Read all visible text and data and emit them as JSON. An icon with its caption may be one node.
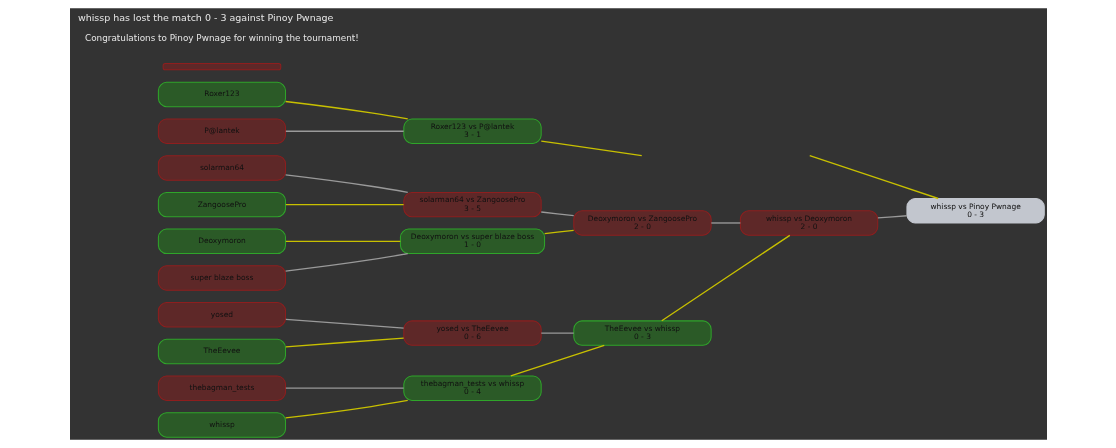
{
  "diagram": {
    "title": "whissp has lost the match 0 - 3 against Pinoy Pwnage",
    "caption": "Congratulations to Pinoy Pwnage for winning the tournament!",
    "nodes": [
      {
        "text": [
          "yosed"
        ]
      },
      {
        "text": [
          "TheEevee"
        ]
      },
      {
        "text": [
          "thebagman_tests"
        ]
      },
      {
        "text": [
          "whissp"
        ]
      },
      {
        "text": [
          "Deoxymoron"
        ]
      },
      {
        "text": [
          "super blaze boss"
        ]
      },
      {
        "text": [
          "solarman64"
        ]
      },
      {
        "text": [
          "ZangoosePro"
        ]
      },
      {
        "text": [
          "Roxer123"
        ]
      },
      {
        "text": [
          "P@lantek"
        ]
      },
      {
        "text": [
          "yosed vs TheEevee",
          "0 - 6"
        ]
      },
      {
        "text": [
          "thebagman_tests vs whissp",
          "0 - 4"
        ]
      },
      {
        "text": [
          "Deoxymoron vs super blaze boss",
          "1 - 0"
        ]
      },
      {
        "text": [
          "solarman64 vs ZangoosePro",
          "3 - 5"
        ]
      },
      {
        "text": [
          "Roxer123 vs P@lantek",
          "3 - 1"
        ]
      },
      {
        "text": [
          "TheEevee vs whissp",
          "0 - 3"
        ]
      },
      {
        "text": [
          "Deoxymoron vs ZangoosePro",
          "2 - 0"
        ]
      },
      {
        "text": [
          "whissp vs Deoxymoron",
          "2 - 0"
        ]
      },
      {
        "text": [
          "whissp vs Pinoy Pwnage",
          "0 - 3"
        ]
      },
      {
        "text": [],
        "shape": "bar"
      }
    ],
    "edges": [
      {
        "from": 0,
        "to": 10,
        "arrow": "none",
        "color": "#9a9a9a"
      },
      {
        "from": 1,
        "to": 10,
        "arrow": "none"
      },
      {
        "from": 2,
        "to": 11,
        "arrow": "none",
        "color": "#9a9a9a"
      },
      {
        "from": 3,
        "to": 11,
        "arrow": "none"
      },
      {
        "from": 4,
        "to": 12,
        "arrow": "none"
      },
      {
        "from": 5,
        "to": 12,
        "arrow": "none",
        "color": "#9a9a9a"
      },
      {
        "from": 6,
        "to": 13,
        "arrow": "none",
        "color": "#9a9a9a"
      },
      {
        "from": 7,
        "to": 13,
        "arrow": "none"
      },
      {
        "from": 8,
        "to": 14,
        "arrow": "none"
      },
      {
        "from": 9,
        "to": 14,
        "arrow": "none",
        "color": "#9a9a9a"
      },
      {
        "from": 10,
        "to": 15,
        "arrow": "none",
        "color": "#9a9a9a"
      },
      {
        "from": 11,
        "to": 15,
        "arrow": "none"
      },
      {
        "from": 12,
        "to": 16,
        "arrow": "none"
      },
      {
        "from": 13,
        "to": 16,
        "arrow": "none",
        "color": "#9a9a9a"
      },
      {
        "from": 14,
        "to": null,
        "arrow": "none"
      },
      {
        "from": 15,
        "to": 17,
        "arrow": "none"
      },
      {
        "from": 16,
        "to": 17,
        "arrow": "none",
        "color": "#9a9a9a"
      },
      {
        "from": 17,
        "to": 18,
        "arrow": "none",
        "color": "#9a9a9a"
      },
      {
        "from": null,
        "to": 18,
        "arrow": "none"
      }
    ]
  }
}
